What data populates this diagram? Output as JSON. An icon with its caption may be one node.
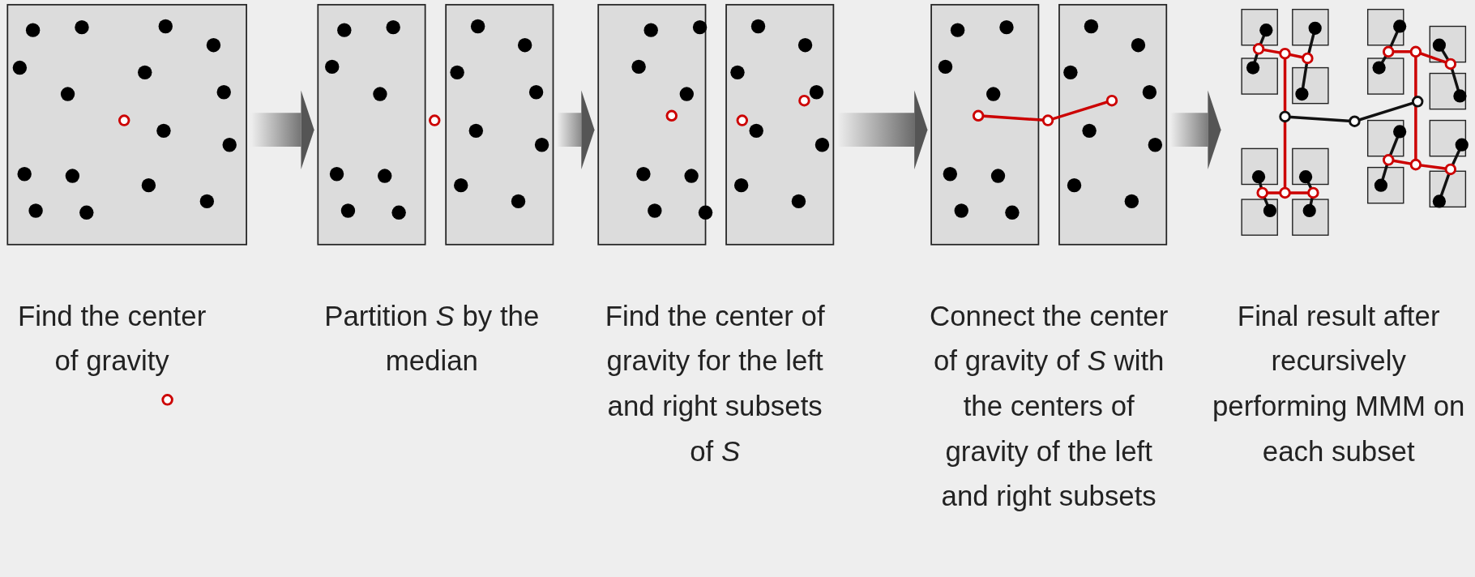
{
  "diagram": {
    "nodes": [
      {
        "text": [
          "Find the center of gravity"
        ]
      },
      {
        "text": [
          "Partition *S* by the median"
        ]
      },
      {
        "text": [
          "Find the center of gravity for the left and right subsets of *S*"
        ]
      },
      {
        "text": [
          "Connect the center of gravity of *S* with the centers of gravity of the left and right subsets"
        ]
      },
      {
        "text": [
          "Final result after recursively performing MMM on each subset"
        ]
      }
    ],
    "edges": [
      {
        "from": 0,
        "to": 1,
        "arrow": "to"
      },
      {
        "from": 1,
        "to": 2,
        "arrow": "to"
      },
      {
        "from": 2,
        "to": 3,
        "arrow": "to"
      },
      {
        "from": 3,
        "to": 4,
        "arrow": "to"
      }
    ]
  }
}
